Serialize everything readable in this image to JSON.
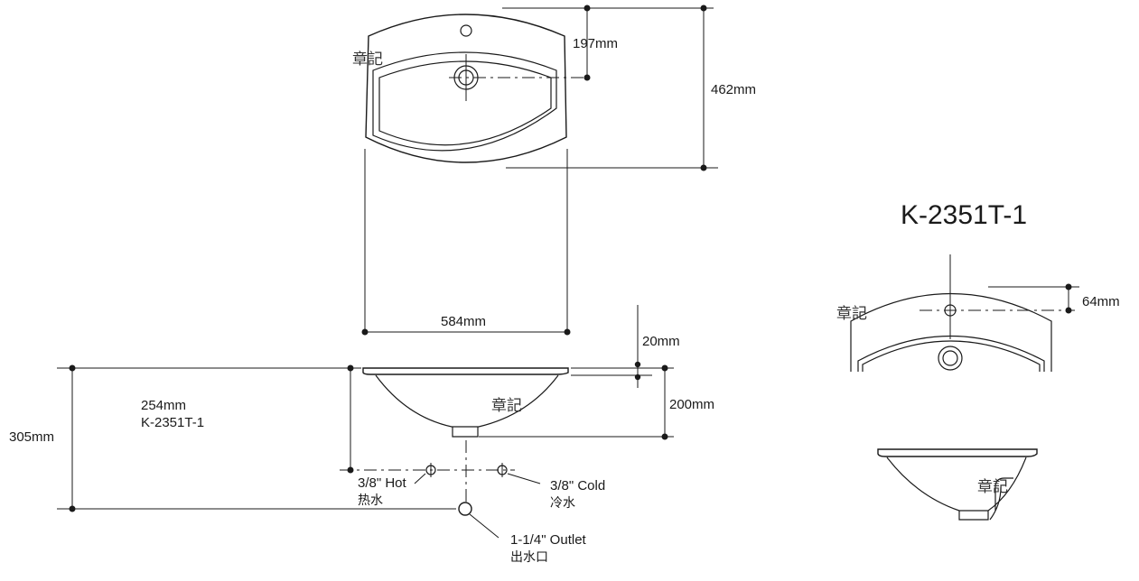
{
  "model_title": "K-2351T-1",
  "dimensions": {
    "hole_offset": "197mm",
    "depth_total": "462mm",
    "width": "584mm",
    "rim_height": "20mm",
    "bowl_depth": "200mm",
    "cabinet_size": "254mm",
    "cabinet_model": "K-2351T-1",
    "drain_height": "305mm",
    "side_hole_offset": "64mm"
  },
  "connections": {
    "hot": {
      "label": "3/8\" Hot",
      "label_cn": "热水"
    },
    "cold": {
      "label": "3/8\" Cold",
      "label_cn": "冷水"
    },
    "outlet": {
      "label": "1-1/4\" Outlet",
      "label_cn": "出水口"
    }
  },
  "stamp": "章記"
}
